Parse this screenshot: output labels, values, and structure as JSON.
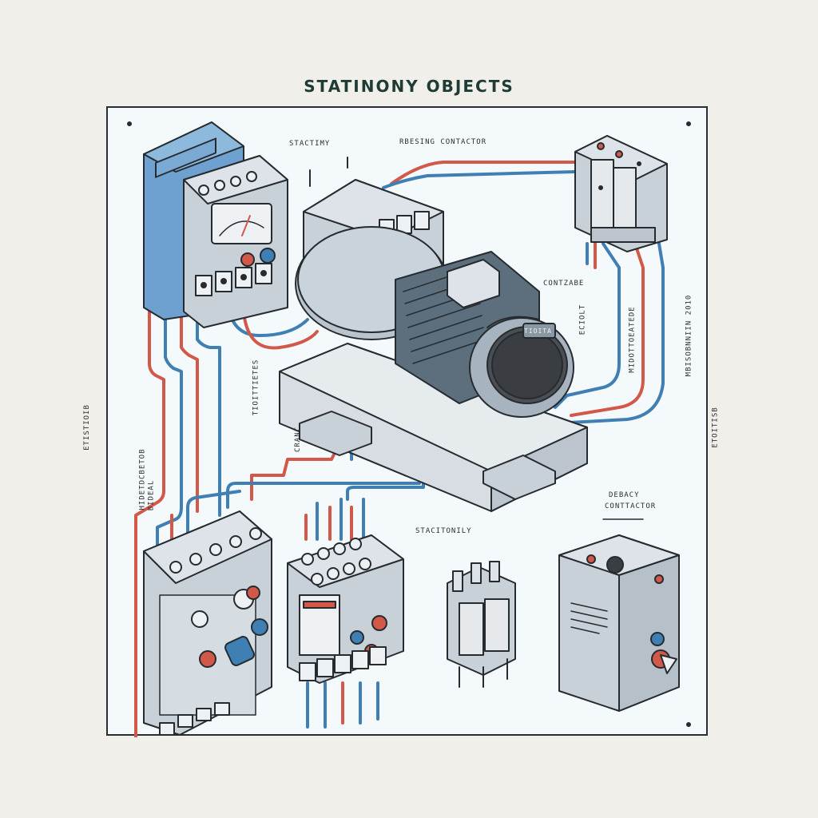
{
  "title": "STATINONY OBJECTS",
  "labels": {
    "top_left": "STACTIMY",
    "top_center": "RBESING CONTACTOR",
    "right_mid": "CONTZABE",
    "right_small_1": "ECIOLT",
    "right_small_2": "MIDOTTOEATEDE",
    "right_small_3": "MBISOBNNIIN 2010",
    "left_edge": "ETISTIOIB",
    "right_edge": "ETOITISB",
    "left_vertical_1": "HIDETDCBETOB",
    "left_vertical_2": "BIDEAL",
    "center_vertical_1": "TIOITTIETES",
    "center_vertical_2": "CRANC",
    "bottom_center": "STACITONILY",
    "bottom_right_1": "DEBACY",
    "bottom_right_2": "CONTTACTOR",
    "motor_badge": "TIOITA"
  },
  "colors": {
    "wire_red": "#d2584a",
    "wire_blue": "#3f7fb4",
    "device_gray": "#c9d1d8",
    "panel_blue": "#6ea1cf",
    "outline": "#262b30"
  }
}
